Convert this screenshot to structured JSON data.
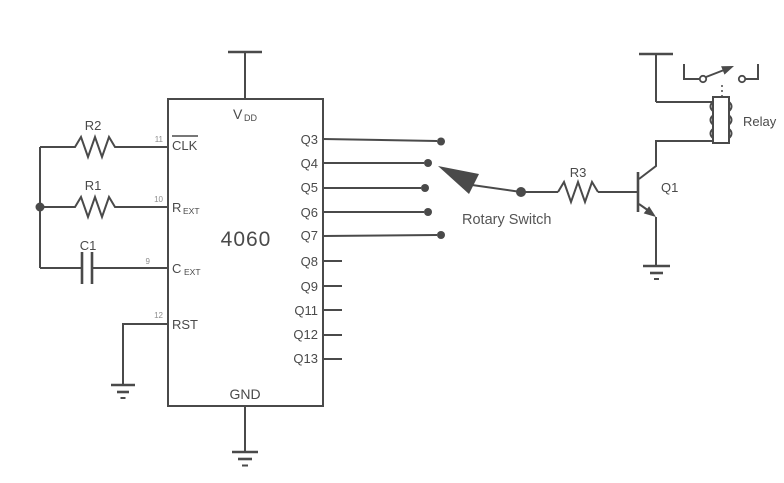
{
  "colors": {
    "background": "#ffffff",
    "stroke": "#4a4a4a",
    "text": "#4a4a4a",
    "pin_number": "#8d8d8d"
  },
  "ic": {
    "part_number": "4060",
    "top_power_label_main": "V",
    "top_power_label_sub": "DD",
    "bottom_power_label": "GND",
    "left_pins": [
      {
        "number": "11",
        "label": "CLK",
        "overline": true
      },
      {
        "number": "10",
        "label_main": "R",
        "label_sub": "EXT"
      },
      {
        "number": "9",
        "label_main": "C",
        "label_sub": "EXT"
      },
      {
        "number": "12",
        "label": "RST"
      }
    ],
    "right_pins": [
      "Q3",
      "Q4",
      "Q5",
      "Q6",
      "Q7",
      "Q8",
      "Q9",
      "Q11",
      "Q12",
      "Q13"
    ]
  },
  "components": {
    "r2_label": "R2",
    "r1_label": "R1",
    "c1_label": "C1",
    "r3_label": "R3",
    "q1_label": "Q1",
    "rotary_switch_label": "Rotary Switch",
    "relay_label": "Relay"
  }
}
